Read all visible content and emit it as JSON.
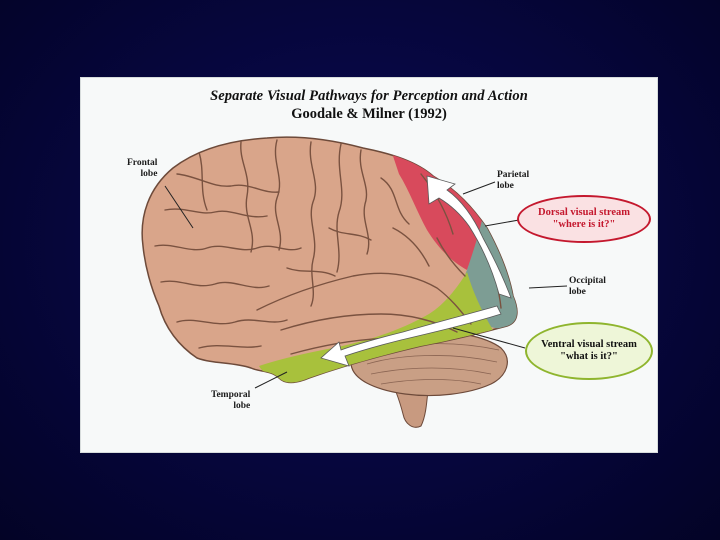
{
  "diagram": {
    "title": "Separate Visual Pathways for Perception and Action",
    "subtitle": "Goodale & Milner (1992)"
  },
  "labels": {
    "frontal": [
      "Frontal",
      "lobe"
    ],
    "parietal": [
      "Parietal",
      "lobe"
    ],
    "occipital": [
      "Occipital",
      "lobe"
    ],
    "temporal": [
      "Temporal",
      "lobe"
    ]
  },
  "callouts": {
    "dorsal": [
      "Dorsal visual stream",
      "\"where is it?\""
    ],
    "ventral": [
      "Ventral visual stream",
      "\"what is it?\""
    ]
  },
  "colors": {
    "background": "#06063c",
    "brain": "#d9a58a",
    "parietal_region": "#d84a5c",
    "occipital_region": "#7d9d94",
    "temporal_region": "#a8c13c",
    "cerebellum": "#c99f85",
    "dorsal_stream": "#c4182e",
    "ventral_stream": "#8fb52e"
  }
}
